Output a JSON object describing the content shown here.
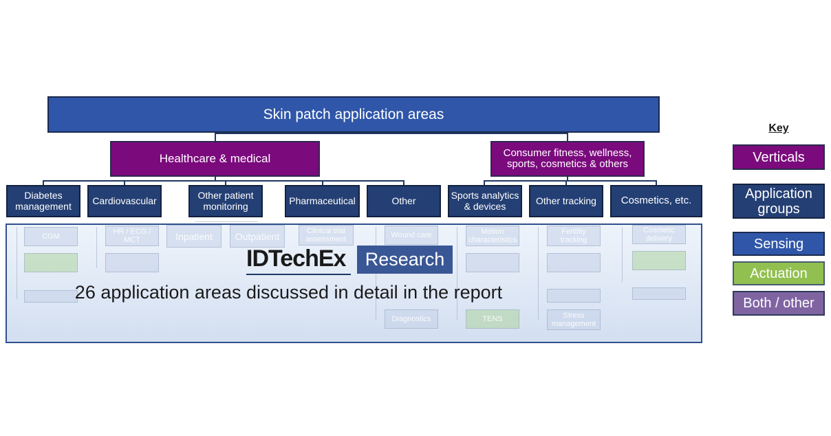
{
  "root": "Skin patch application areas",
  "verticals": {
    "healthcare": "Healthcare & medical",
    "consumer": "Consumer fitness, wellness, sports, cosmetics & others"
  },
  "groups": [
    "Diabetes management",
    "Cardiovascular",
    "Other patient monitoring",
    "Pharmaceutical",
    "Other",
    "Sports analytics & devices",
    "Other tracking",
    "Cosmetics, etc."
  ],
  "faded_items": {
    "cgm": "CGM",
    "hr_ecg": "HR / ECG / MCT",
    "inpatient": "Inpatient",
    "outpatient": "Outpatient",
    "clinical_trial": "Clinical trial assessment",
    "wound_care": "Wound care",
    "motion": "Motion characteristics",
    "fertility": "Fertility tracking",
    "cosmetic_delivery": "Cosmetic delivery",
    "diagnostics": "Diagnostics",
    "tens": "TENS",
    "stress": "Stress management"
  },
  "overlay": {
    "brand": "IDTechEx",
    "brand_tag": "Research",
    "caption": "26 application areas discussed in detail in the report"
  },
  "key": {
    "title": "Key",
    "items": [
      "Verticals",
      "Application groups",
      "Sensing",
      "Actuation",
      "Both / other"
    ]
  },
  "colors": {
    "sensing": "#2f56a8",
    "verticals": "#7b0a7d",
    "application_groups": "#243f73",
    "actuation": "#92c050",
    "both_other": "#8064a2"
  }
}
